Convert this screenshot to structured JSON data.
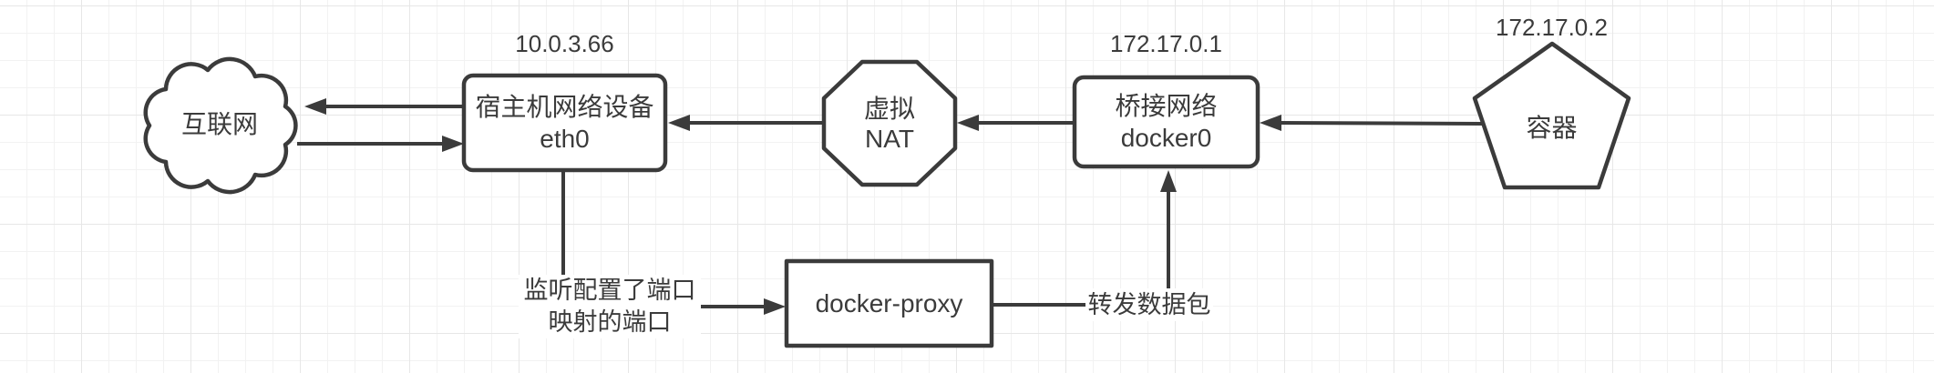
{
  "diagram": {
    "title_hint": "Docker bridge network / port mapping data flow",
    "nodes": {
      "internet": {
        "label": "互联网"
      },
      "host_eth0": {
        "line1": "宿主机网络设备",
        "line2": "eth0",
        "ip": "10.0.3.66"
      },
      "virtual_nat": {
        "line1": "虚拟",
        "line2": "NAT"
      },
      "bridge_docker0": {
        "line1": "桥接网络",
        "line2": "docker0",
        "ip": "172.17.0.1"
      },
      "container": {
        "label": "容器",
        "ip": "172.17.0.2"
      },
      "docker_proxy": {
        "label": "docker-proxy"
      }
    },
    "edge_labels": {
      "listen_line1": "监听配置了端口",
      "listen_line2": "映射的端口",
      "forward": "转发数据包"
    },
    "colors": {
      "stroke": "#3b3b3b",
      "text": "#3b3b3b",
      "background": "#ffffff",
      "grid_minor": "#f2f2f2",
      "grid_major": "#e7e7e7"
    }
  }
}
